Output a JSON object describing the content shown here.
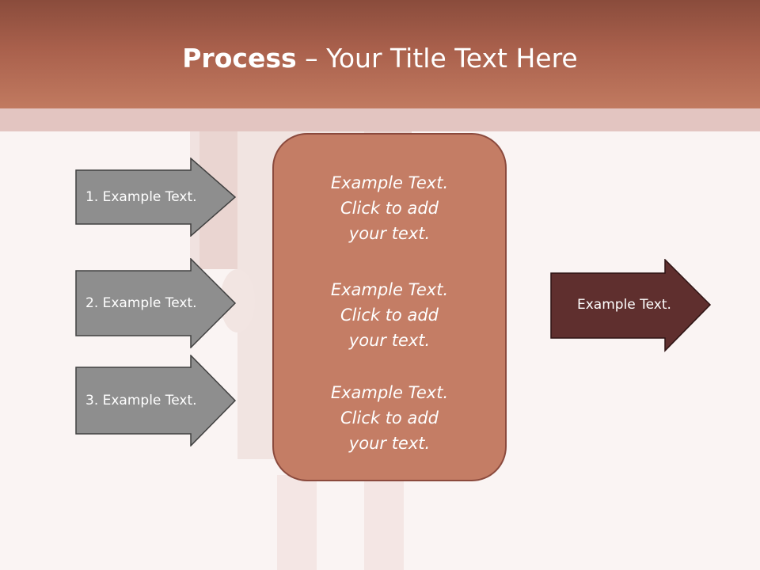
{
  "title": {
    "bold": "Process",
    "rest": " – Your Title Text Here"
  },
  "steps": [
    {
      "label": "1. Example Text."
    },
    {
      "label": "2. Example Text."
    },
    {
      "label": "3. Example Text."
    }
  ],
  "center": {
    "paragraphs": [
      {
        "l1": "Example Text.",
        "l2": "Click  to add",
        "l3": "your text."
      },
      {
        "l1": "Example Text.",
        "l2": "Click  to add",
        "l3": "your text."
      },
      {
        "l1": "Example Text.",
        "l2": "Click  to add",
        "l3": "your text."
      }
    ]
  },
  "result": {
    "label": "Example Text."
  },
  "colors": {
    "header": "#b26a55",
    "band": "#e3c5c1",
    "step_arrow": "#8e8e8e",
    "center_box": "#c47d65",
    "result_arrow": "#5f2f2e"
  }
}
